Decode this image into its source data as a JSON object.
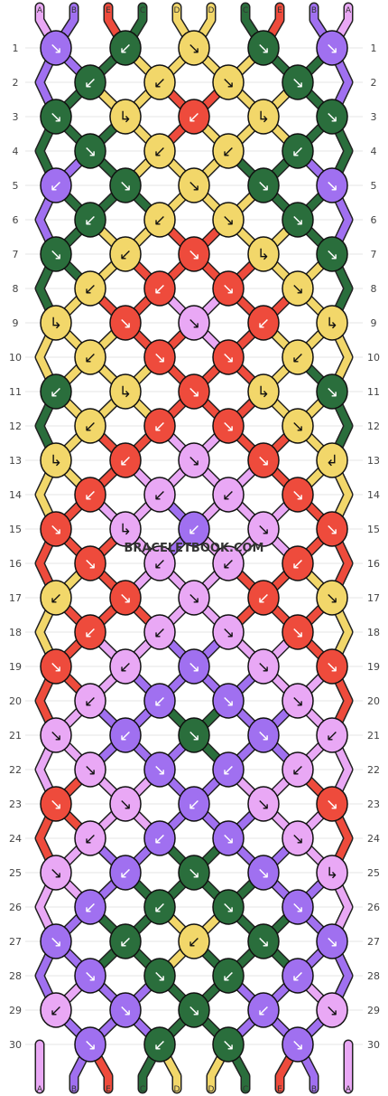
{
  "title": "",
  "watermark": "BRACELETBOOK.COM",
  "strand_labels_top": [
    "A",
    "B",
    "E",
    "C",
    "D",
    "D",
    "C",
    "E",
    "B",
    "A"
  ],
  "strand_labels_bottom": [
    "A",
    "B",
    "E",
    "C",
    "D",
    "D",
    "C",
    "E",
    "B",
    "A"
  ],
  "colors": {
    "A": "#e9a8f5",
    "B": "#a070f0",
    "C": "#2a6e3c",
    "D": "#f2d76a",
    "E": "#ee4b3c"
  },
  "icons": {
    "arrow-down-right": "↘",
    "arrow-down-left": "↙",
    "forward-backward-right": "↳",
    "backward-forward-left": "↲"
  },
  "rows": [
    {
      "n": 1,
      "knots": [
        [
          "B",
          "dr"
        ],
        [
          "C",
          "dl"
        ],
        [
          "D",
          "dr"
        ],
        [
          "C",
          "dr"
        ],
        [
          "B",
          "dr"
        ]
      ]
    },
    {
      "n": 2,
      "knots": [
        [
          "C",
          "dl"
        ],
        [
          "D",
          "dl"
        ],
        [
          "D",
          "dr"
        ],
        [
          "C",
          "dr"
        ]
      ]
    },
    {
      "n": 3,
      "knots": [
        [
          "C",
          "dr"
        ],
        [
          "D",
          "fr"
        ],
        [
          "E",
          "dl"
        ],
        [
          "D",
          "fr"
        ],
        [
          "C",
          "dr"
        ]
      ]
    },
    {
      "n": 4,
      "knots": [
        [
          "C",
          "dr"
        ],
        [
          "D",
          "dl"
        ],
        [
          "D",
          "dl"
        ],
        [
          "C",
          "dl"
        ]
      ]
    },
    {
      "n": 5,
      "knots": [
        [
          "B",
          "dl"
        ],
        [
          "C",
          "dr"
        ],
        [
          "D",
          "dr"
        ],
        [
          "C",
          "dr"
        ],
        [
          "B",
          "dr"
        ]
      ]
    },
    {
      "n": 6,
      "knots": [
        [
          "C",
          "dl"
        ],
        [
          "D",
          "dl"
        ],
        [
          "D",
          "dr"
        ],
        [
          "C",
          "dr"
        ]
      ]
    },
    {
      "n": 7,
      "knots": [
        [
          "C",
          "dr"
        ],
        [
          "D",
          "dl"
        ],
        [
          "E",
          "dr"
        ],
        [
          "D",
          "fr"
        ],
        [
          "C",
          "dr"
        ]
      ]
    },
    {
      "n": 8,
      "knots": [
        [
          "D",
          "dl"
        ],
        [
          "E",
          "dl"
        ],
        [
          "E",
          "dr"
        ],
        [
          "D",
          "dr"
        ]
      ]
    },
    {
      "n": 9,
      "knots": [
        [
          "D",
          "fr"
        ],
        [
          "E",
          "dr"
        ],
        [
          "A",
          "dr"
        ],
        [
          "E",
          "dl"
        ],
        [
          "D",
          "fr"
        ]
      ]
    },
    {
      "n": 10,
      "knots": [
        [
          "D",
          "dl"
        ],
        [
          "E",
          "dr"
        ],
        [
          "E",
          "dr"
        ],
        [
          "D",
          "dl"
        ]
      ]
    },
    {
      "n": 11,
      "knots": [
        [
          "C",
          "dl"
        ],
        [
          "D",
          "fr"
        ],
        [
          "E",
          "dr"
        ],
        [
          "D",
          "fr"
        ],
        [
          "C",
          "dr"
        ]
      ]
    },
    {
      "n": 12,
      "knots": [
        [
          "D",
          "dl"
        ],
        [
          "E",
          "dl"
        ],
        [
          "E",
          "dr"
        ],
        [
          "D",
          "dr"
        ]
      ]
    },
    {
      "n": 13,
      "knots": [
        [
          "D",
          "fr"
        ],
        [
          "E",
          "dl"
        ],
        [
          "A",
          "dr"
        ],
        [
          "E",
          "dr"
        ],
        [
          "D",
          "fl"
        ]
      ]
    },
    {
      "n": 14,
      "knots": [
        [
          "E",
          "dl"
        ],
        [
          "A",
          "dl"
        ],
        [
          "A",
          "dl"
        ],
        [
          "E",
          "dr"
        ]
      ]
    },
    {
      "n": 15,
      "knots": [
        [
          "E",
          "dr"
        ],
        [
          "A",
          "fr"
        ],
        [
          "B",
          "dl"
        ],
        [
          "A",
          "dr"
        ],
        [
          "E",
          "dr"
        ]
      ]
    },
    {
      "n": 16,
      "knots": [
        [
          "E",
          "dr"
        ],
        [
          "A",
          "dl"
        ],
        [
          "A",
          "dl"
        ],
        [
          "E",
          "dl"
        ]
      ]
    },
    {
      "n": 17,
      "knots": [
        [
          "D",
          "dl"
        ],
        [
          "E",
          "dr"
        ],
        [
          "A",
          "dr"
        ],
        [
          "E",
          "dl"
        ],
        [
          "D",
          "dr"
        ]
      ]
    },
    {
      "n": 18,
      "knots": [
        [
          "E",
          "dl"
        ],
        [
          "A",
          "dl"
        ],
        [
          "A",
          "dr"
        ],
        [
          "E",
          "dr"
        ]
      ]
    },
    {
      "n": 19,
      "knots": [
        [
          "E",
          "dr"
        ],
        [
          "A",
          "dl"
        ],
        [
          "B",
          "dr"
        ],
        [
          "A",
          "dr"
        ],
        [
          "E",
          "dr"
        ]
      ]
    },
    {
      "n": 20,
      "knots": [
        [
          "A",
          "dl"
        ],
        [
          "B",
          "dl"
        ],
        [
          "B",
          "dr"
        ],
        [
          "A",
          "dr"
        ]
      ]
    },
    {
      "n": 21,
      "knots": [
        [
          "A",
          "dr"
        ],
        [
          "B",
          "dl"
        ],
        [
          "C",
          "dr"
        ],
        [
          "B",
          "dr"
        ],
        [
          "A",
          "dl"
        ]
      ]
    },
    {
      "n": 22,
      "knots": [
        [
          "A",
          "dr"
        ],
        [
          "B",
          "dr"
        ],
        [
          "B",
          "dl"
        ],
        [
          "A",
          "dl"
        ]
      ]
    },
    {
      "n": 23,
      "knots": [
        [
          "E",
          "dr"
        ],
        [
          "A",
          "dr"
        ],
        [
          "B",
          "dl"
        ],
        [
          "A",
          "dr"
        ],
        [
          "E",
          "dr"
        ]
      ]
    },
    {
      "n": 24,
      "knots": [
        [
          "A",
          "dl"
        ],
        [
          "B",
          "dl"
        ],
        [
          "B",
          "dr"
        ],
        [
          "A",
          "dr"
        ]
      ]
    },
    {
      "n": 25,
      "knots": [
        [
          "A",
          "dr"
        ],
        [
          "B",
          "dl"
        ],
        [
          "C",
          "dr"
        ],
        [
          "B",
          "dr"
        ],
        [
          "A",
          "fr"
        ]
      ]
    },
    {
      "n": 26,
      "knots": [
        [
          "B",
          "dl"
        ],
        [
          "C",
          "dl"
        ],
        [
          "C",
          "dr"
        ],
        [
          "B",
          "dr"
        ]
      ]
    },
    {
      "n": 27,
      "knots": [
        [
          "B",
          "dr"
        ],
        [
          "C",
          "dl"
        ],
        [
          "D",
          "dl"
        ],
        [
          "C",
          "dr"
        ],
        [
          "B",
          "dr"
        ]
      ]
    },
    {
      "n": 28,
      "knots": [
        [
          "B",
          "dr"
        ],
        [
          "C",
          "dr"
        ],
        [
          "C",
          "dl"
        ],
        [
          "B",
          "dl"
        ]
      ]
    },
    {
      "n": 29,
      "knots": [
        [
          "A",
          "dl"
        ],
        [
          "B",
          "dr"
        ],
        [
          "C",
          "dr"
        ],
        [
          "B",
          "dl"
        ],
        [
          "A",
          "dr"
        ]
      ]
    },
    {
      "n": 30,
      "knots": [
        [
          "B",
          "dr"
        ],
        [
          "C",
          "dl"
        ],
        [
          "C",
          "dr"
        ],
        [
          "B",
          "dr"
        ]
      ]
    }
  ]
}
